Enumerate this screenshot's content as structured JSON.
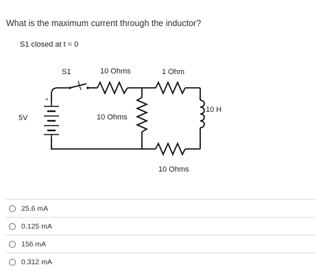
{
  "question": {
    "text": "What is the maximum current through the inductor?"
  },
  "circuit": {
    "note": "S1 closed at t = 0",
    "switch_label": "S1",
    "source_label": "5V",
    "r_top_left_label": "10 Ohms",
    "r_top_right_label": "1 Ohm",
    "r_middle_label": "10 Ohms",
    "r_bottom_label": "10 Ohms",
    "inductor_label": "10 H"
  },
  "options": [
    {
      "label": "25.6 mA"
    },
    {
      "label": "0.125 mA"
    },
    {
      "label": "156 mA"
    },
    {
      "label": "0.312 mA"
    }
  ]
}
